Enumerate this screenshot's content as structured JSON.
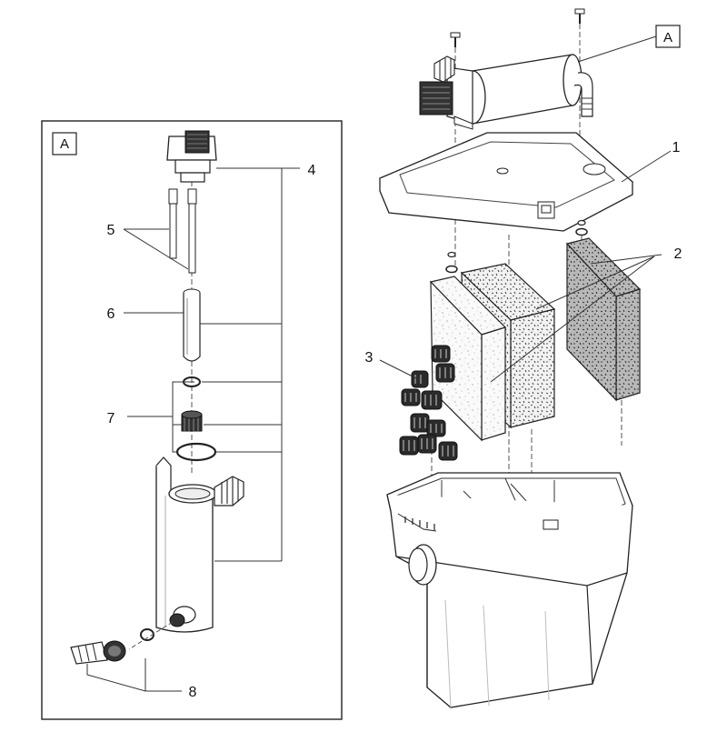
{
  "detail_box": {
    "label": "A"
  },
  "callout_box": {
    "label": "A"
  },
  "parts": [
    {
      "number": "1"
    },
    {
      "number": "2"
    },
    {
      "number": "3"
    },
    {
      "number": "4"
    },
    {
      "number": "5"
    },
    {
      "number": "6"
    },
    {
      "number": "7"
    },
    {
      "number": "8"
    }
  ]
}
